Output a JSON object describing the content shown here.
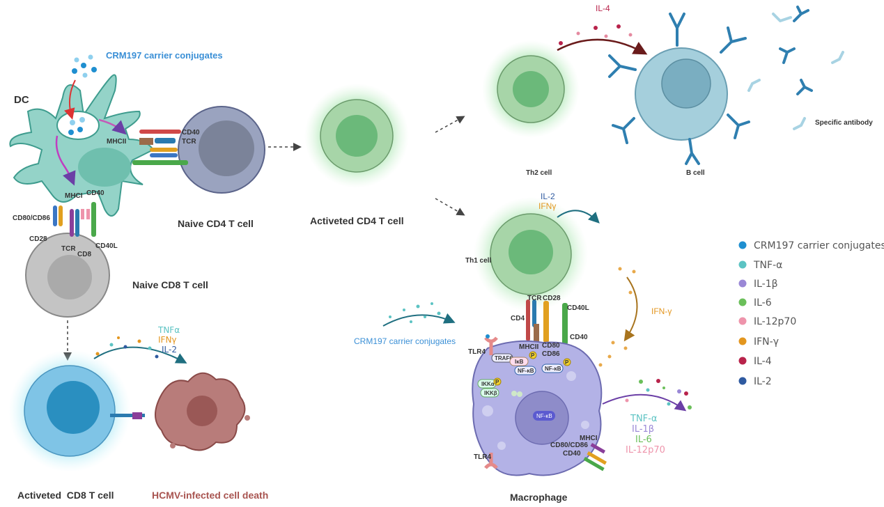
{
  "colors": {
    "crm197": "#1f8fd0",
    "tnf": "#5cc3c3",
    "il1b": "#9a88d6",
    "il6": "#6bbf5a",
    "il12": "#ee94ab",
    "ifng": "#e3961f",
    "il4": "#b8234b",
    "il2": "#2f5aa0",
    "dc": "#94d3c8",
    "macrophage": "#b3b2e6"
  },
  "top_left": {
    "crm197": "CRM197 carrier conjugates",
    "dc": "DC",
    "mhcii": "MHCII",
    "cd40_a": "CD40",
    "tcr_a": "TCR",
    "mhci": "MHCI",
    "cd40_b": "CD40",
    "cd80_86": "CD80/CD86",
    "cd28": "CD28",
    "tcr_b": "TCR",
    "cd8": "CD8",
    "cd40l": "CD40L",
    "naive_cd4": "Naive CD4 T cell",
    "naive_cd8": "Naive CD8 T cell"
  },
  "center": {
    "activated_cd4": "Activeted CD4 T cell"
  },
  "top_right": {
    "il4": "IL-4",
    "th2": "Th2 cell",
    "bcell": "B cell",
    "antibody": "Specific antibody"
  },
  "th1": {
    "il2": "IL-2",
    "ifng": "IFNγ",
    "label": "Th1 cell",
    "tcr": "TCR",
    "cd28": "CD28",
    "cd4": "CD4",
    "cd40l": "CD40L",
    "cd40": "CD40",
    "ifn_gamma": "IFN-γ",
    "crm197": "CRM197 carrier conjugates"
  },
  "macrophage": {
    "tlr4_a": "TLR4",
    "mhcii": "MHCII",
    "cd80": "CD80",
    "cd86": "CD86",
    "traf6": "TRAF6",
    "ikka": "IKKα",
    "ikkb": "IKKβ",
    "ikb": "IκB",
    "nfkb1": "NF-κB",
    "nfkb2": "NF-κB",
    "nfkb3": "NF-κB",
    "p": "P",
    "mhci": "MHCI",
    "cd80_86": "CD80/CD86",
    "cd40": "CD40",
    "tlr4_b": "TLR4",
    "label": "Macrophage",
    "cytokines": [
      "TNF-α",
      "IL-1β",
      "IL-6",
      "IL-12p70"
    ]
  },
  "cd8_effect": {
    "cytokines": [
      "TNFα",
      "IFNγ",
      "IL-2"
    ],
    "activated_cd8": "Activeted  CD8 T cell",
    "death": "HCMV-infected cell death"
  },
  "legend": [
    {
      "label": "CRM197 carrier conjugates",
      "color": "#1f8fd0"
    },
    {
      "label": "TNF-α",
      "color": "#5cc3c3"
    },
    {
      "label": "IL-1β",
      "color": "#9a88d6"
    },
    {
      "label": "IL-6",
      "color": "#6bbf5a"
    },
    {
      "label": "IL-12p70",
      "color": "#ee94ab"
    },
    {
      "label": "IFN-γ",
      "color": "#e3961f"
    },
    {
      "label": "IL-4",
      "color": "#b8234b"
    },
    {
      "label": "IL-2",
      "color": "#2f5aa0"
    }
  ]
}
